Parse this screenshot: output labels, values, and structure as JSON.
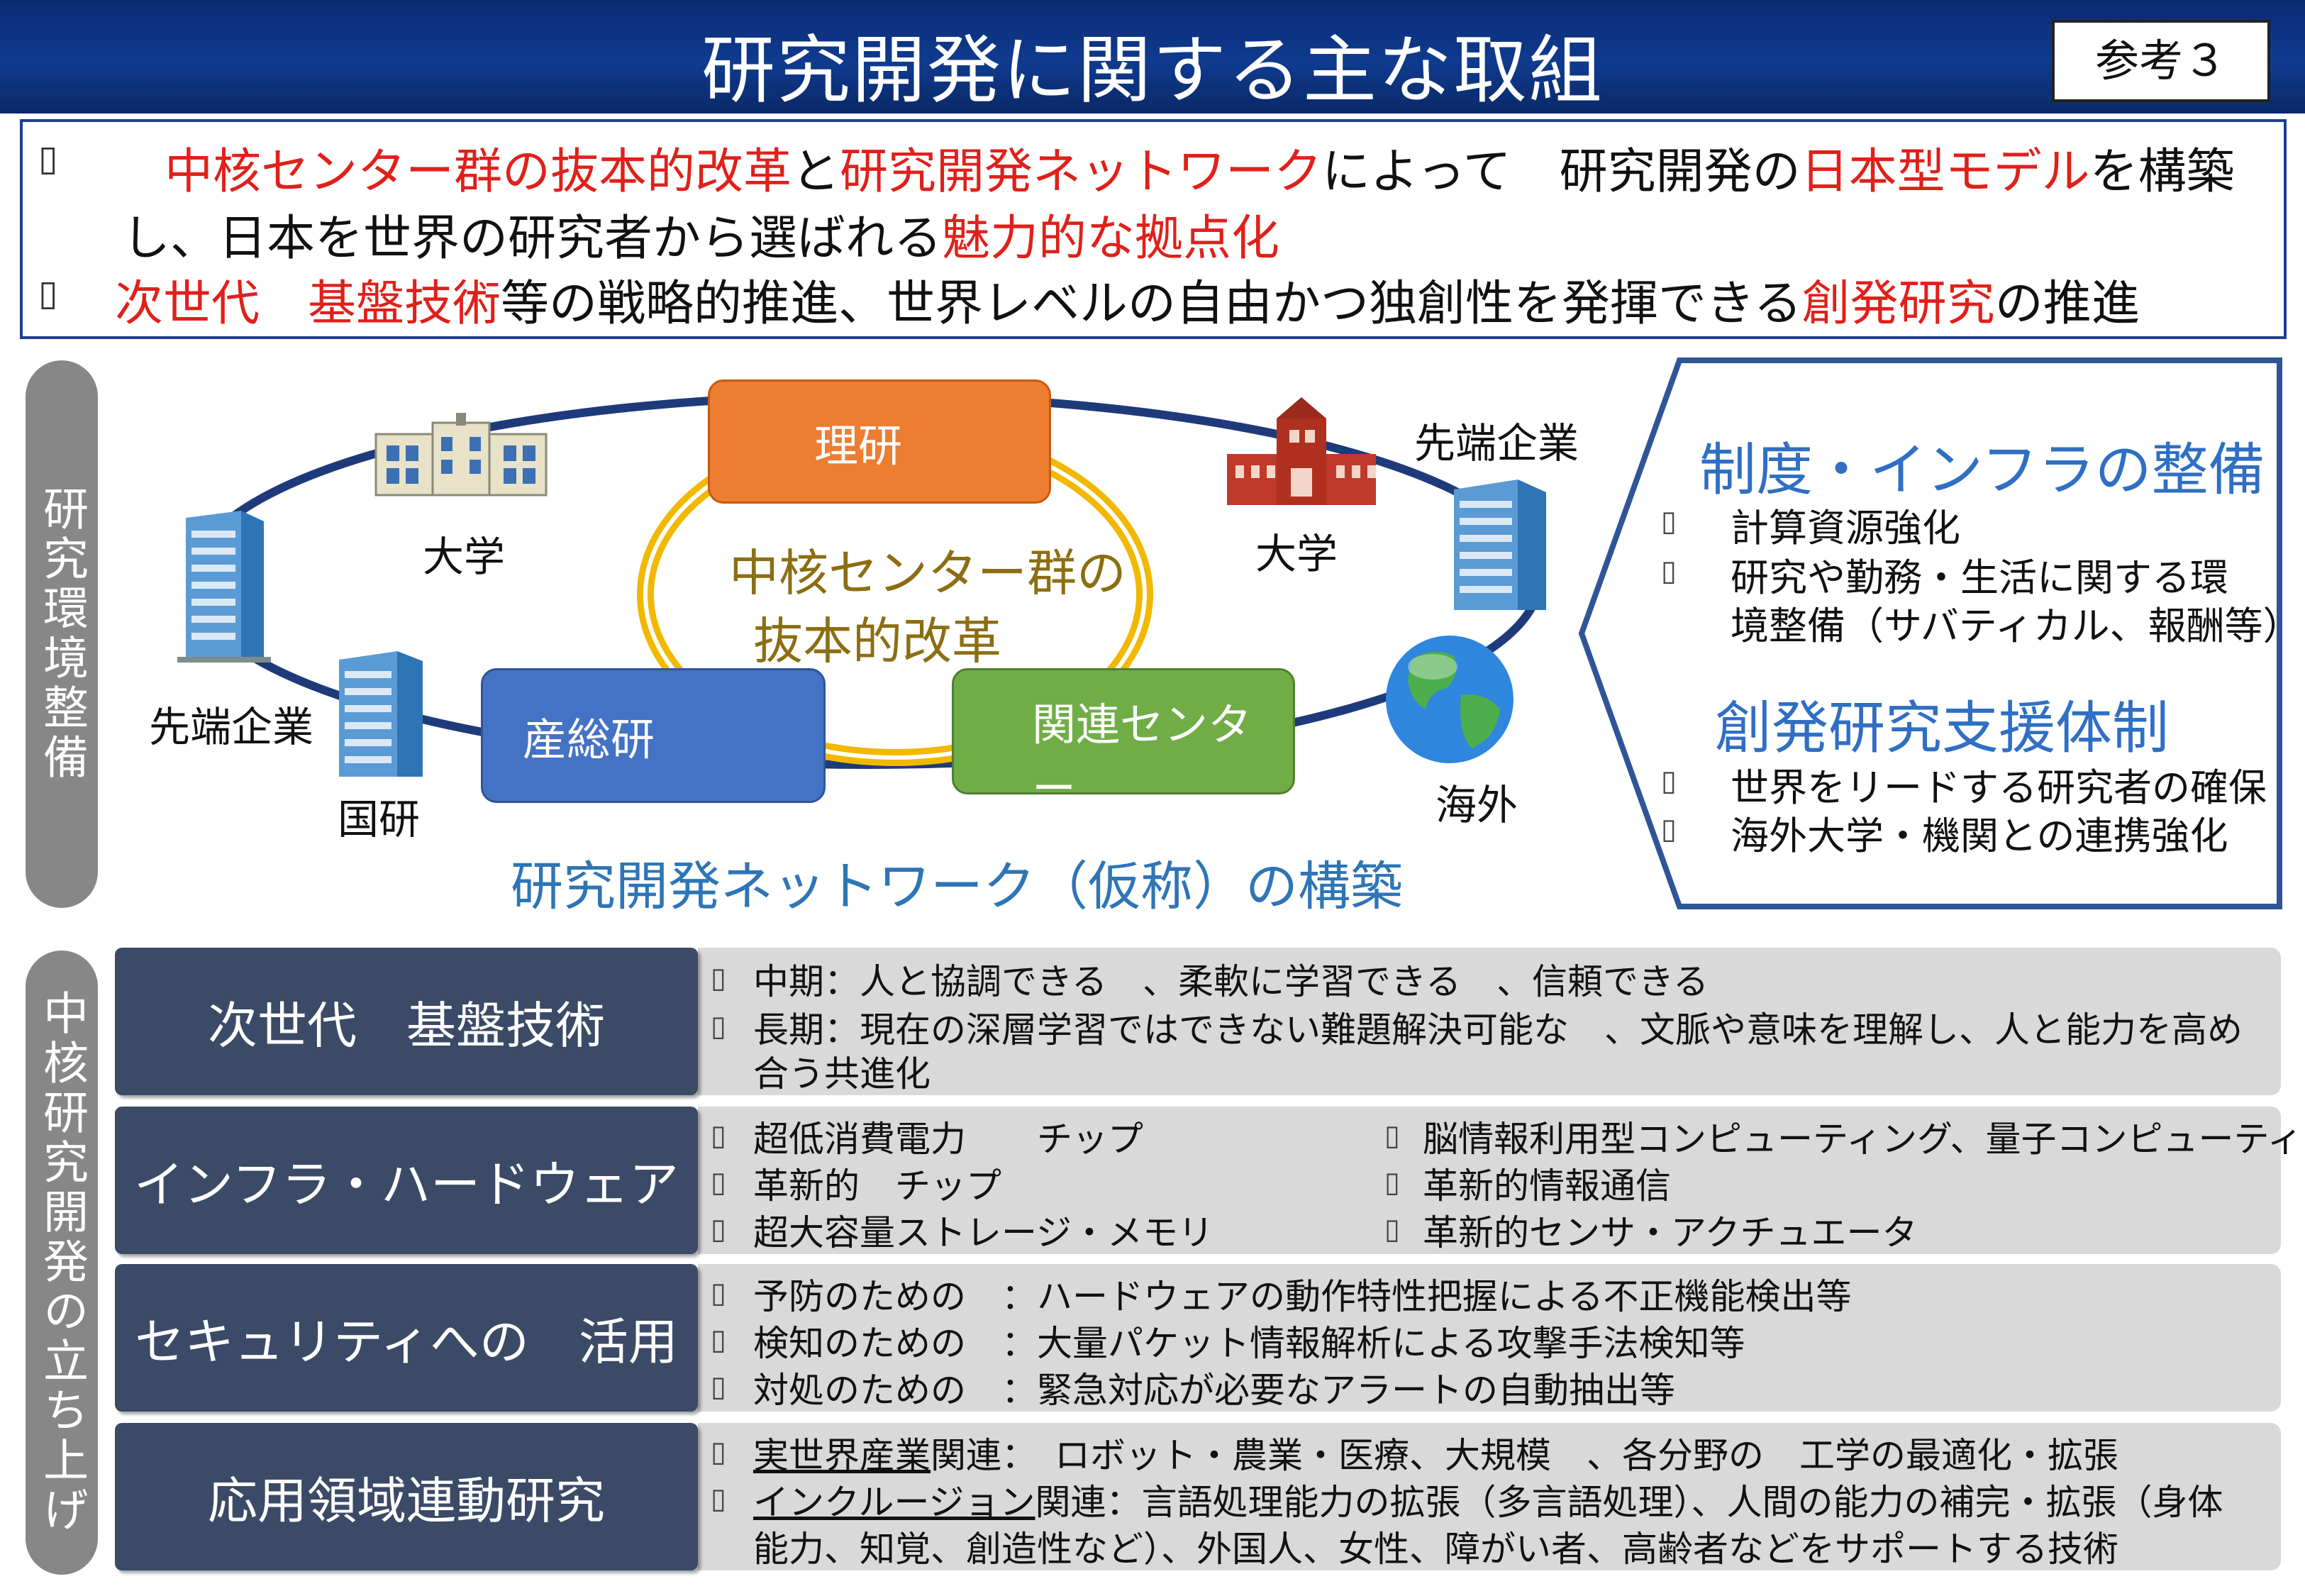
{
  "header": {
    "title": "研究開発に関する主な取組",
    "ref_badge": "参考３"
  },
  "summary": {
    "bullet": "▯",
    "line1": [
      {
        "t": "中核センター群の抜本的改革",
        "red": true
      },
      {
        "t": "と",
        "red": false
      },
      {
        "t": "研究開発ネットワーク",
        "red": true
      },
      {
        "t": "によって　研究開発の",
        "red": false
      },
      {
        "t": "日本型モデル",
        "red": true
      },
      {
        "t": "を構築",
        "red": false
      }
    ],
    "line2": [
      {
        "t": "し、日本を世界の研究者から選ばれる",
        "red": false
      },
      {
        "t": "魅力的な拠点化",
        "red": true
      }
    ],
    "line3": [
      {
        "t": "次世代　基盤技術",
        "red": true
      },
      {
        "t": "等の戦略的推進、世界レベルの自由かつ独創性を発揮できる",
        "red": false
      },
      {
        "t": "創発研究",
        "red": true
      },
      {
        "t": "の推進",
        "red": false
      }
    ]
  },
  "side_labels": {
    "env": "研究環境整備",
    "core": "中核研究開発の立ち上げ"
  },
  "network": {
    "riken": "理研",
    "aist": "産総研",
    "related": "関連センター",
    "core_reform_l1": "中核センター群の",
    "core_reform_l2": "抜本的改革",
    "univ_left": "大学",
    "univ_right": "大学",
    "advanced_left": "先端企業",
    "advanced_right": "先端企業",
    "national": "国研",
    "overseas": "海外",
    "caption": "研究開発ネットワーク（仮称）の構築"
  },
  "panel": {
    "heading1": "制度・インフラの整備",
    "items1": [
      "計算資源強化",
      "研究や勤務・生活に関する環",
      "境整備（サバティカル、報酬等）"
    ],
    "heading2": "創発研究支援体制",
    "items2": [
      "世界をリードする研究者の確保",
      "海外大学・機関との連携強化"
    ]
  },
  "rows": [
    {
      "category": "次世代　基盤技術",
      "lines": [
        "中期：人と協調できる　、柔軟に学習できる　、信頼できる",
        "長期：現在の深層学習ではできない難題解決可能な　、文脈や意味を理解し、人と能力を高め",
        "合う共進化"
      ]
    },
    {
      "category": "インフラ・ハードウェア",
      "left": [
        "超低消費電力　　チップ",
        "革新的　チップ",
        "超大容量ストレージ・メモリ"
      ],
      "right": [
        "脳情報利用型コンピューティング、量子コンピューティング",
        "革新的情報通信",
        "革新的センサ・アクチュエータ"
      ]
    },
    {
      "category": "セキュリティへの　活用",
      "lines": [
        "予防のための　：ハードウェアの動作特性把握による不正機能検出等",
        "検知のための　：大量パケット情報解析による攻撃手法検知等",
        "対処のための　：緊急対応が必要なアラートの自動抽出等"
      ]
    },
    {
      "category": "応用領域連動研究",
      "l1_u": "実世界産業",
      "l1_rest": "関連：　ロボット・農業・医療、大規模　、各分野の　工学の最適化・拡張",
      "l2_u": "インクルージョン",
      "l2_rest": "関連：言語処理能力の拡張（多言語処理）、人間の能力の補完・拡張（身体",
      "l3": "能力、知覚、創造性など）、外国人、女性、障がい者、高齢者などをサポートする技術"
    }
  ],
  "colors": {
    "title_bg": "#0f3b8f",
    "red": "#e0201a",
    "riken": "#ed7d31",
    "aist": "#4472c4",
    "related": "#70ad47",
    "ring": "#f2b800",
    "network_ring": "#1f3a7a",
    "heading_blue": "#2f6fc4",
    "category_bg": "#3b4a66"
  }
}
